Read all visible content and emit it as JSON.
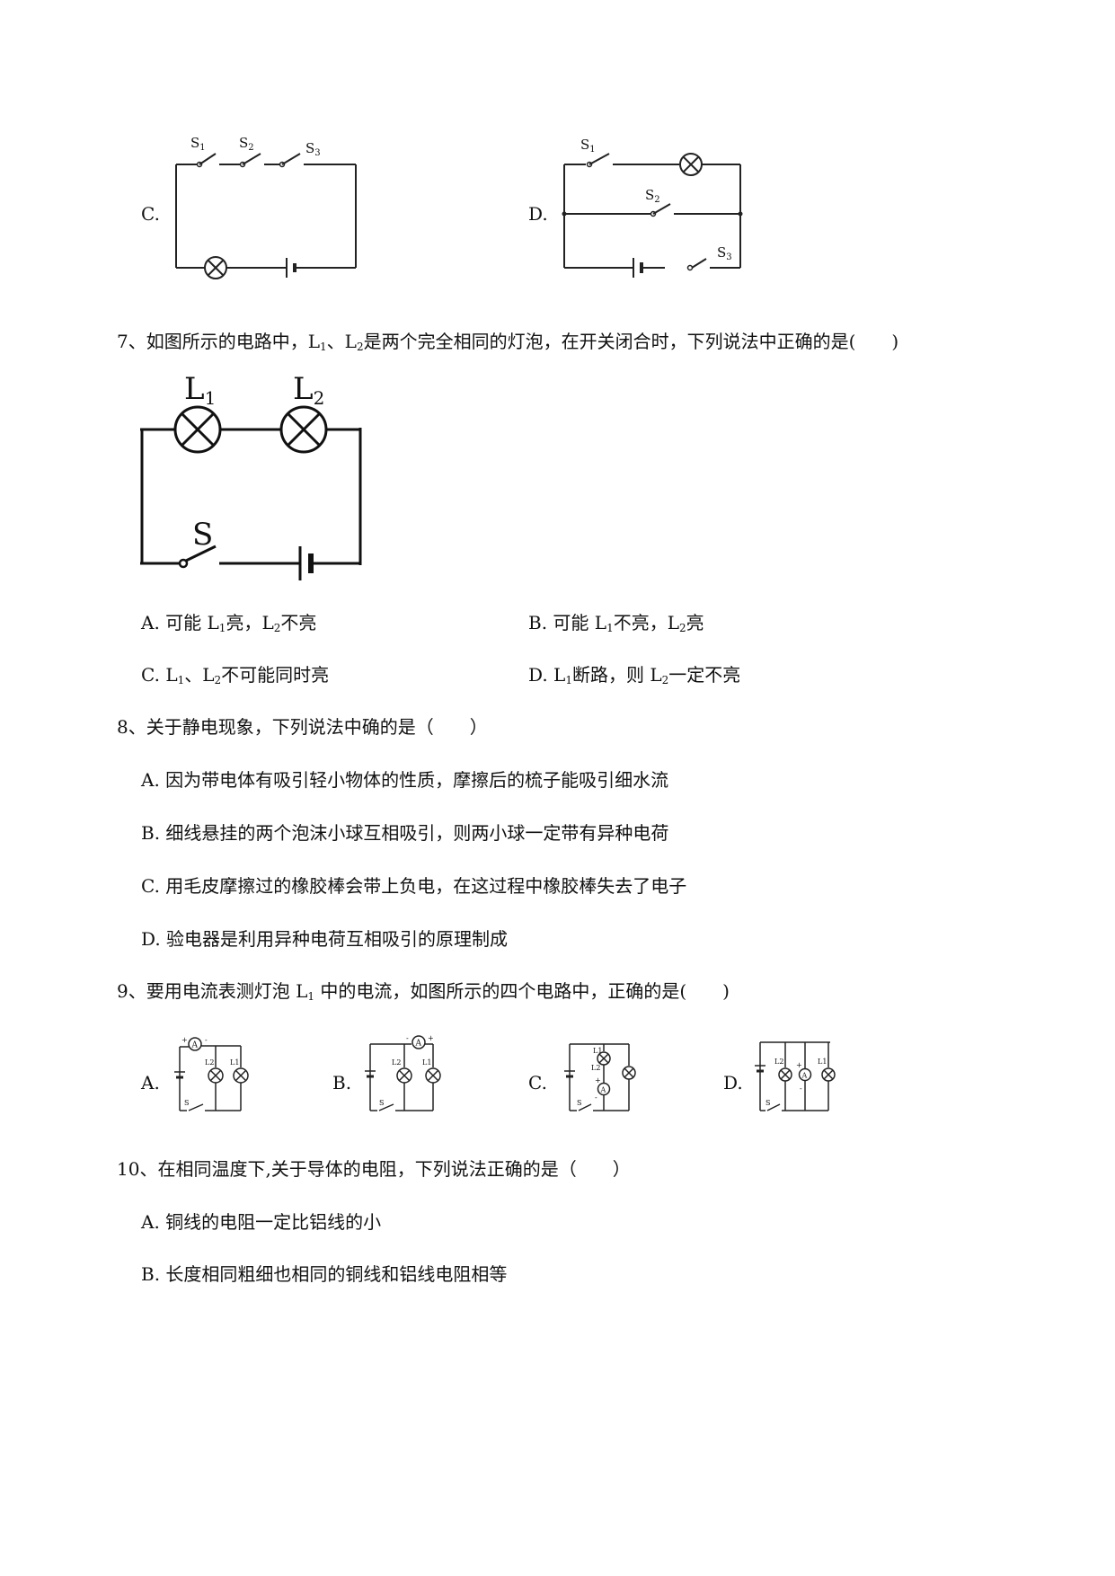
{
  "q6": {
    "option_c": "C.",
    "option_d": "D.",
    "c_labels": {
      "s1": "S1",
      "s2": "S2",
      "s3": "S3"
    },
    "d_labels": {
      "s1": "S1",
      "s2": "S2",
      "s3": "S3"
    }
  },
  "q7": {
    "stem_pre": "7、如图所示的电路中，",
    "l": "L",
    "sub1": "1",
    "sub2": "2",
    "sep": "、",
    "stem_post": "是两个完全相同的灯泡，在开关闭合时，下列说法中正确的是(　　)",
    "fig_labels": {
      "l": "L",
      "sub1": "1",
      "sub2": "2",
      "s": "S"
    },
    "a": {
      "pre": "A.  可能 ",
      "mid": "亮，",
      "post": "不亮"
    },
    "b": {
      "pre": "B.  可能 ",
      "mid": "不亮，",
      "post": "亮"
    },
    "c": {
      "pre": "C.  ",
      "mid": "、",
      "post": "不可能同时亮"
    },
    "d": {
      "pre": "D.  ",
      "mid": "断路，则 ",
      "post": "一定不亮"
    }
  },
  "q8": {
    "stem": "8、关于静电现象，下列说法中确的是（　　）",
    "a": "A.  因为带电体有吸引轻小物体的性质，摩擦后的梳子能吸引细水流",
    "b": "B.  细线悬挂的两个泡沫小球互相吸引，则两小球一定带有异种电荷",
    "c": "C.  用毛皮摩擦过的橡胶棒会带上负电，在这过程中橡胶棒失去了电子",
    "d": "D.  验电器是利用异种电荷互相吸引的原理制成"
  },
  "q9": {
    "stem_pre": "9、要用电流表测灯泡 ",
    "l": "L",
    "sub1": "1",
    "stem_post": " 中的电流，如图所示的四个电路中，正确的是(　　)",
    "options": [
      "A.",
      "B.",
      "C.",
      "D."
    ],
    "fig_labels": {
      "ammeter": "A",
      "l1": "L1",
      "l2": "L2",
      "s": "S",
      "plus": "+",
      "minus": "-"
    }
  },
  "q10": {
    "stem": "10、在相同温度下,关于导体的电阻，下列说法正确的是（　　）",
    "a": "A.  铜线的电阻一定比铝线的小",
    "b": "B.  长度相同粗细也相同的铜线和铝线电阻相等"
  }
}
